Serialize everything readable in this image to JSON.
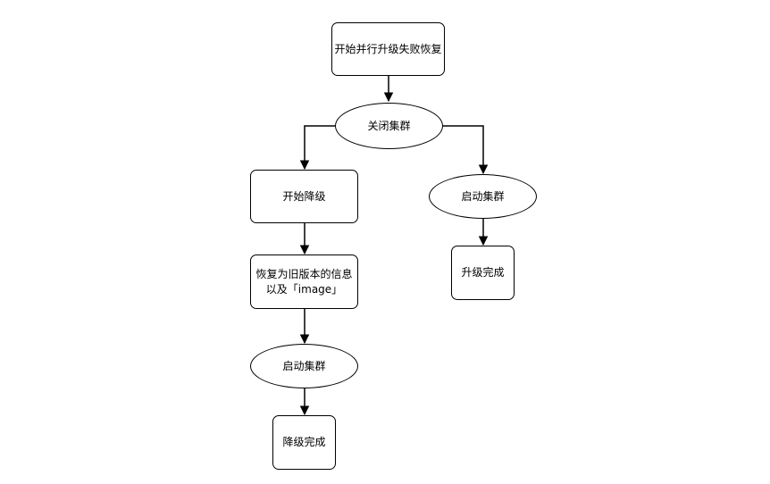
{
  "diagram": {
    "type": "flowchart",
    "nodes": {
      "start": "开始并行升级失败恢复",
      "shutdown_cluster": "关闭集群",
      "start_downgrade": "开始降级",
      "restore_info_line1": "恢复为旧版本的信息",
      "restore_info_line2": "以及「image」",
      "start_cluster_left": "启动集群",
      "downgrade_done": "降级完成",
      "start_cluster_right": "启动集群",
      "upgrade_done": "升级完成"
    },
    "edges": [
      {
        "from": "start",
        "to": "shutdown_cluster"
      },
      {
        "from": "shutdown_cluster",
        "to": "start_downgrade"
      },
      {
        "from": "shutdown_cluster",
        "to": "start_cluster_right"
      },
      {
        "from": "start_downgrade",
        "to": "restore_info"
      },
      {
        "from": "restore_info",
        "to": "start_cluster_left"
      },
      {
        "from": "start_cluster_left",
        "to": "downgrade_done"
      },
      {
        "from": "start_cluster_right",
        "to": "upgrade_done"
      }
    ]
  }
}
